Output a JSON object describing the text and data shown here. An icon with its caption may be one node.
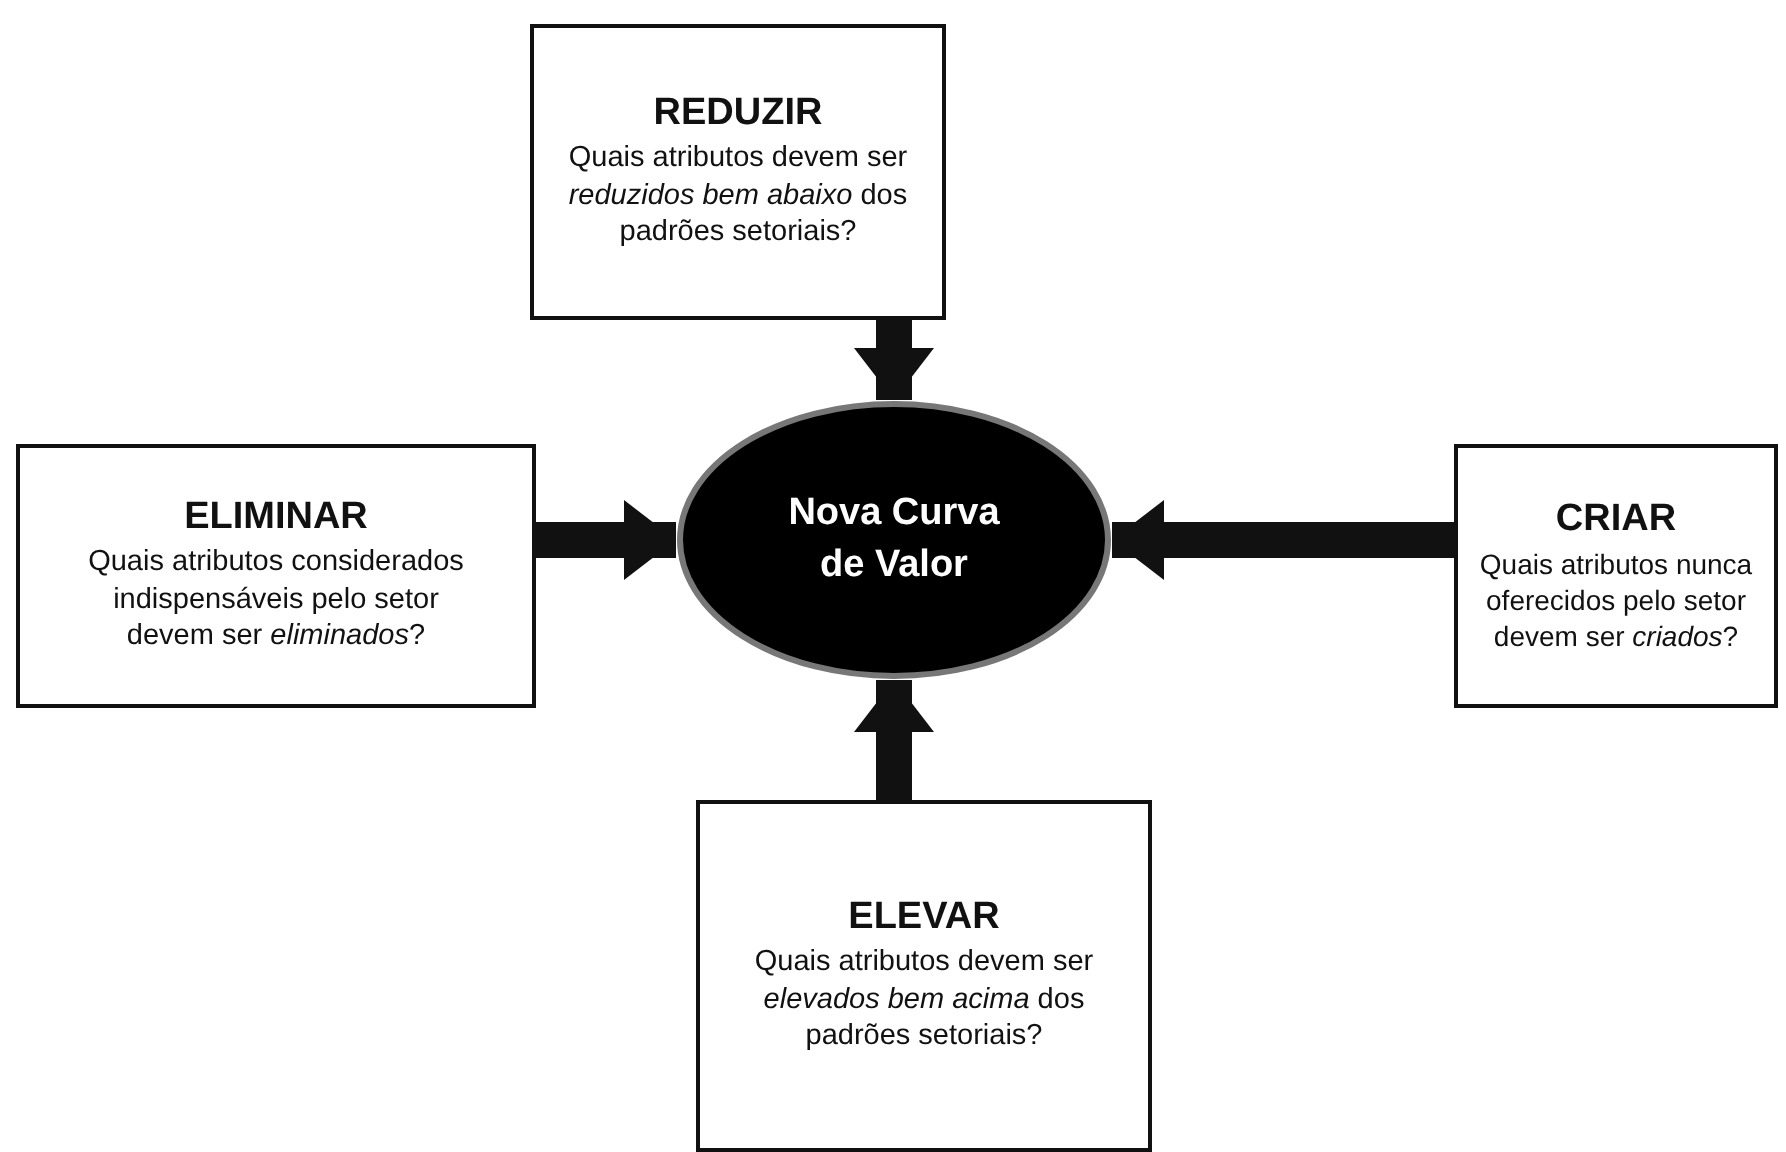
{
  "diagram": {
    "nodes": [
      {
        "text": [
          "REDUZIR",
          "Quais atributos devem ser *reduzidos bem abaixo* dos padrões setoriais?"
        ]
      },
      {
        "text": [
          "ELIMINAR",
          "Quais atributos considerados indispensáveis pelo setor devem ser *eliminados*?"
        ]
      },
      {
        "text": [
          "Nova Curva de Valor"
        ]
      },
      {
        "text": [
          "CRIAR",
          "Quais atributos nunca oferecidos pelo setor devem ser *criados*?"
        ]
      },
      {
        "text": [
          "ELEVAR",
          "Quais atributos devem ser *elevados bem acima* dos padrões setoriais?"
        ]
      }
    ],
    "edges": [
      {
        "from": 0,
        "to": 2,
        "arrow": "to"
      },
      {
        "from": 1,
        "to": 2,
        "arrow": "to"
      },
      {
        "from": 3,
        "to": 2,
        "arrow": "to"
      },
      {
        "from": 4,
        "to": 2,
        "arrow": "to"
      }
    ]
  }
}
